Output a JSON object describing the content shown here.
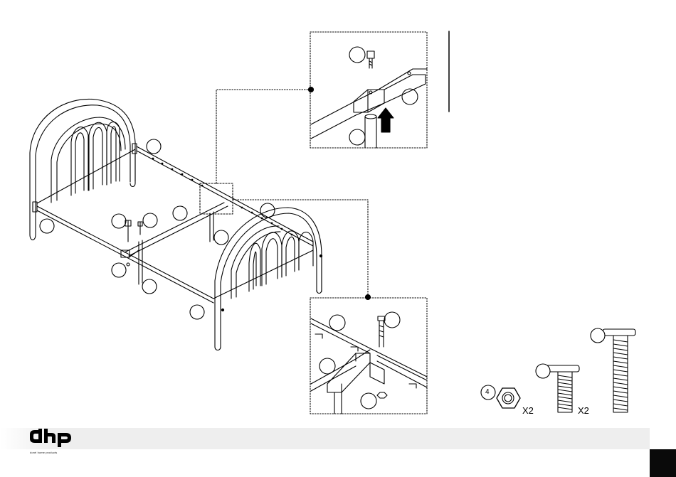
{
  "brand": {
    "logo_text": "dhp",
    "tagline": "dorel home products"
  },
  "hardware": [
    {
      "number": "4",
      "quantity": "X2",
      "icon": "hex-nut-icon"
    },
    {
      "number": "",
      "quantity": "X2",
      "icon": "short-bolt-icon"
    },
    {
      "number": "",
      "quantity": "",
      "icon": "long-bolt-icon"
    }
  ],
  "colors": {
    "line": "#000000",
    "footer_band": "#eeeeee",
    "page_tab": "#0a0a0a"
  }
}
